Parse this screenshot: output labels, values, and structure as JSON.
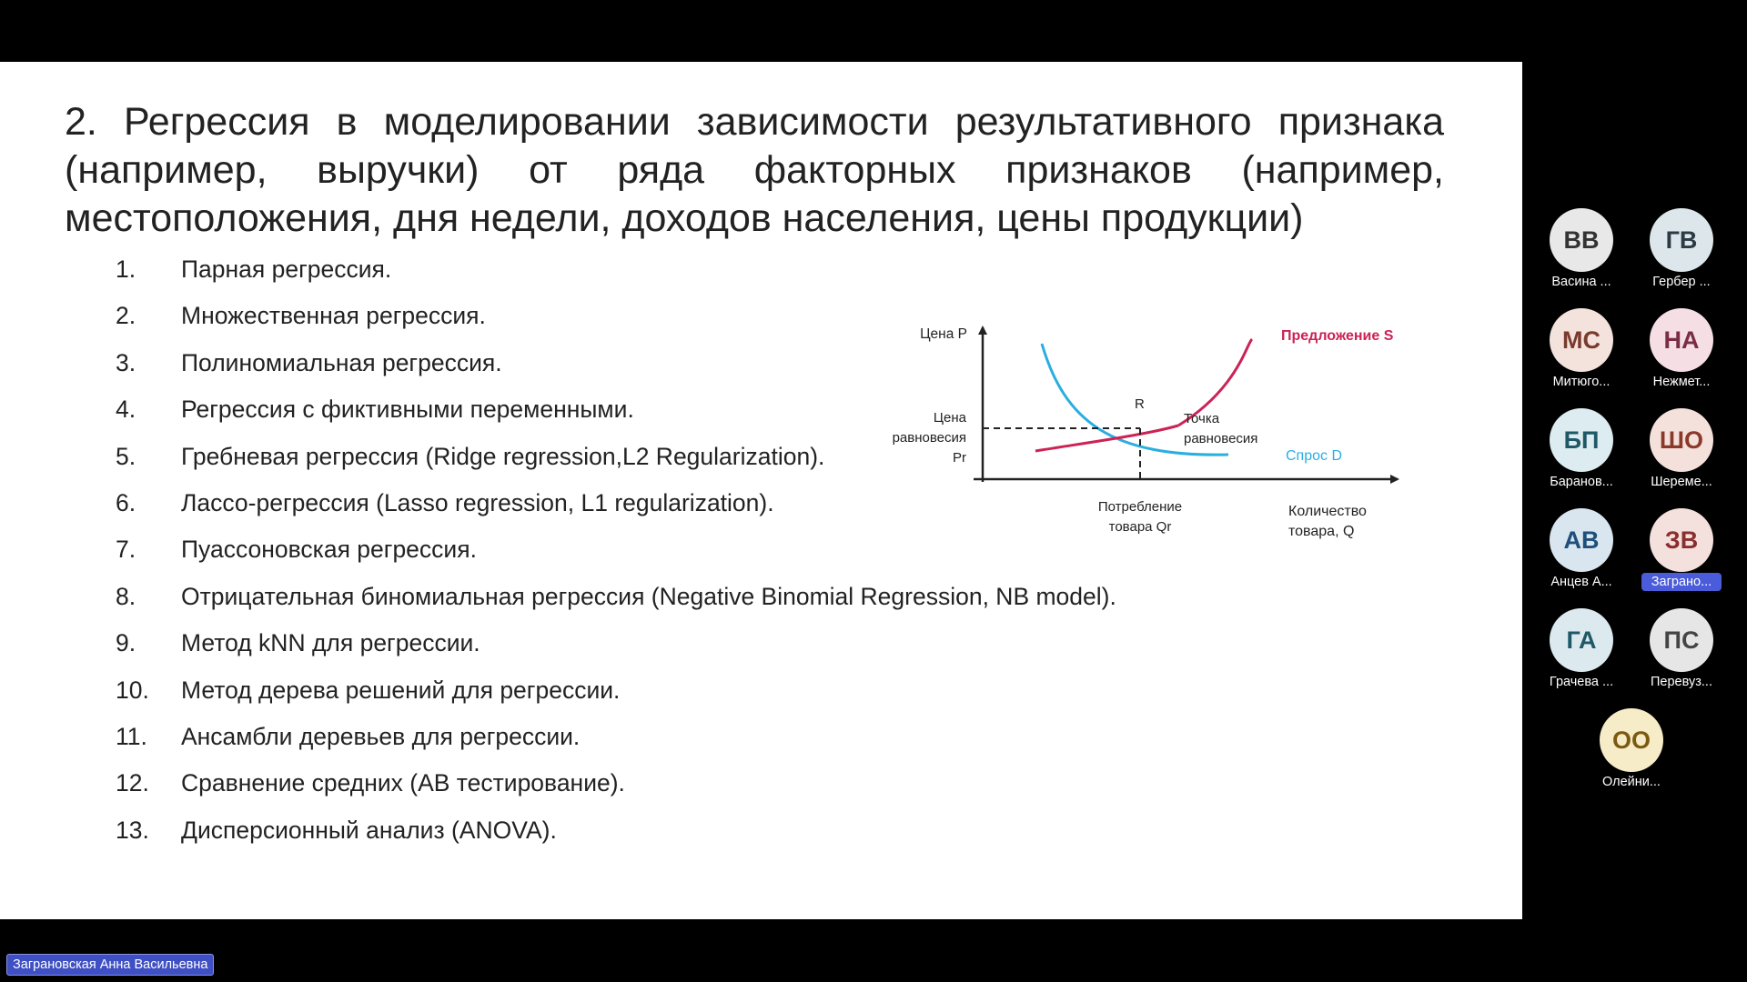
{
  "slide": {
    "title": "2. Регрессия в моделировании зависимости результативного признака (например, выручки) от ряда факторных признаков (например, местоположения, дня недели, доходов населения, цены продукции)",
    "items": [
      {
        "num": "1.",
        "text": "Парная регрессия."
      },
      {
        "num": "2.",
        "text": "Множественная регрессия."
      },
      {
        "num": "3.",
        "text": "Полиномиальная регрессия."
      },
      {
        "num": "4.",
        "text": "Регрессия с фиктивными переменными."
      },
      {
        "num": "5.",
        "text": "Гребневая регрессия (Ridge regression,L2 Regularization)."
      },
      {
        "num": "6.",
        "text": "Лассо-регрессия (Lasso regression, L1 regularization)."
      },
      {
        "num": "7.",
        "text": "Пуассоновская регрессия."
      },
      {
        "num": "8.",
        "text": "Отрицательная биномиальная регрессия (Negative Binomial Regression, NB model)."
      },
      {
        "num": "9.",
        "text": "Метод kNN для регрессии."
      },
      {
        "num": "10.",
        "text": "Метод дерева решений для регрессии."
      },
      {
        "num": "11.",
        "text": "Ансамбли деревьев для регрессии."
      },
      {
        "num": "12.",
        "text": "Сравнение средних (АВ тестирование)."
      },
      {
        "num": "13.",
        "text": "Дисперсионный анализ (ANOVA)."
      }
    ]
  },
  "chart": {
    "y_axis_label": "Цена P",
    "x_axis_label_1": "Количество",
    "x_axis_label_2": "товара, Q",
    "supply_label": "Предложение S",
    "demand_label": "Спрос D",
    "point_label": "R",
    "eq_label_1": "Точка",
    "eq_label_2": "равновесия",
    "price_label_1": "Цена",
    "price_label_2": "равновесия",
    "price_label_3": "Pr",
    "qty_label_1": "Потребление",
    "qty_label_2": "товара Qr",
    "supply_color": "#cc2255",
    "demand_color": "#2aaee0"
  },
  "participants": [
    {
      "initials": "ВВ",
      "name": "Васина ...",
      "bg": "#e8e8e8",
      "fg": "#333333"
    },
    {
      "initials": "ГВ",
      "name": "Гербер ...",
      "bg": "#dde6ea",
      "fg": "#2b3a44"
    },
    {
      "initials": "МС",
      "name": "Митюго...",
      "bg": "#f3e3dc",
      "fg": "#7a3b2e"
    },
    {
      "initials": "НА",
      "name": "Нежмет...",
      "bg": "#f5dfe4",
      "fg": "#7a2e45"
    },
    {
      "initials": "БП",
      "name": "Баранов...",
      "bg": "#dcecf0",
      "fg": "#1f5866"
    },
    {
      "initials": "ШО",
      "name": "Шереме...",
      "bg": "#f5e1dc",
      "fg": "#8a3a2a"
    },
    {
      "initials": "АВ",
      "name": "Анцев А...",
      "bg": "#d9e6f0",
      "fg": "#1f4f7a"
    },
    {
      "initials": "ЗВ",
      "name": "Заграно...",
      "bg": "#f4e0dc",
      "fg": "#8a2e2e"
    },
    {
      "initials": "ГА",
      "name": "Грачева ...",
      "bg": "#dceaf0",
      "fg": "#1f5866"
    },
    {
      "initials": "ПС",
      "name": "Перевуз...",
      "bg": "#e6e6e6",
      "fg": "#444444"
    },
    {
      "initials": "ОО",
      "name": "Олейни...",
      "bg": "#f7ecc8",
      "fg": "#7a5a10"
    }
  ],
  "speaker": "Заграновская Анна Васильевна"
}
